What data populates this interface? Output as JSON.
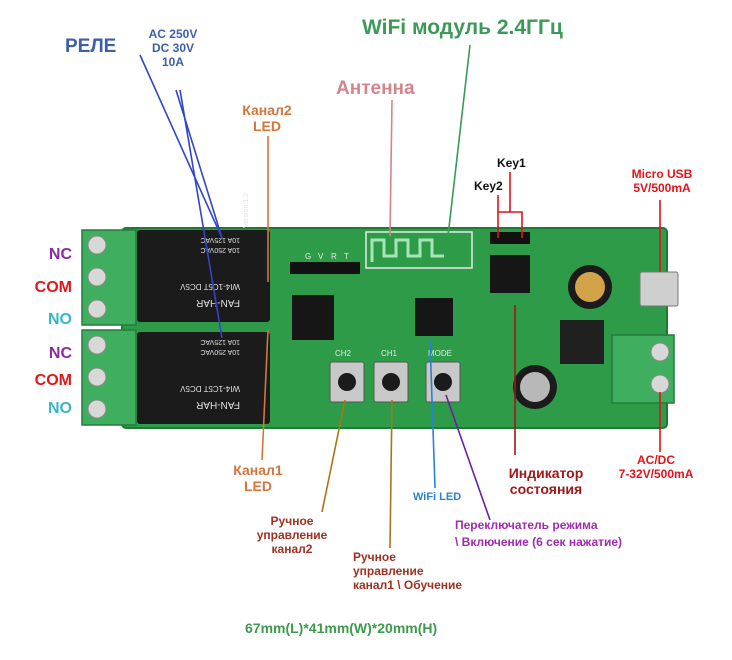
{
  "title": "WiFi модуль 2.4ГГц",
  "relay": {
    "name": "РЕЛЕ",
    "spec_lines": [
      "AC 250V",
      "DC 30V",
      "10A"
    ]
  },
  "antenna": "Антенна",
  "channel2_led": [
    "Канал2",
    "LED"
  ],
  "channel1_led": [
    "Канал1",
    "LED"
  ],
  "keys": {
    "key1": "Key1",
    "key2": "Key2"
  },
  "micro_usb": [
    "Micro USB",
    "5V/500mA"
  ],
  "terminals": [
    {
      "nc": "NC",
      "com": "COM",
      "no": "NO"
    },
    {
      "nc": "NC",
      "com": "COM",
      "no": "NO"
    }
  ],
  "status_indicator": [
    "Индикатор",
    "состояния"
  ],
  "power_input": [
    "AC/DC",
    "7-32V/500mA"
  ],
  "wifi_led": "WiFi LED",
  "manual_ch2": [
    "Ручное",
    "управление",
    "канал2"
  ],
  "manual_ch1": [
    "Ручное",
    "управление",
    "канал1 \\ Обучение"
  ],
  "mode_switch": [
    "Переключатель режима",
    "\\ Включение (6 сек нажатие)"
  ],
  "dimensions": "67mm(L)*41mm(W)*20mm(H)",
  "board": {
    "version": "Version:1.2",
    "button_labels": [
      "CH2",
      "CH1",
      "MODE"
    ],
    "pin_labels": [
      "G",
      "V",
      "R",
      "T"
    ],
    "relay_bottom_text": [
      "FAN-HAR",
      "WI4-1C5T DC5V"
    ],
    "relay_top_text": [
      "10A 125VAC",
      "10A 250VAC"
    ]
  },
  "colors": {
    "title": "#3b9a57",
    "relay": "#3d5ea8",
    "antenna": "#d4858a",
    "led": "#d5753a",
    "dark_red": "#a01818",
    "red": "#e0141a",
    "nc": "#8a2aa0",
    "com": "#e01818",
    "no": "#38b6c8",
    "wifi_led": "#2a82d4",
    "manual": "#a0301f",
    "mode": "#a02ab0",
    "dimensions": "#3c9a4c",
    "pcb": "#2d9b48",
    "terminal": "#3fae5f",
    "blue_line": "#3046c8",
    "brown_line": "#a8761a",
    "purple_line": "#6a1fa8"
  }
}
